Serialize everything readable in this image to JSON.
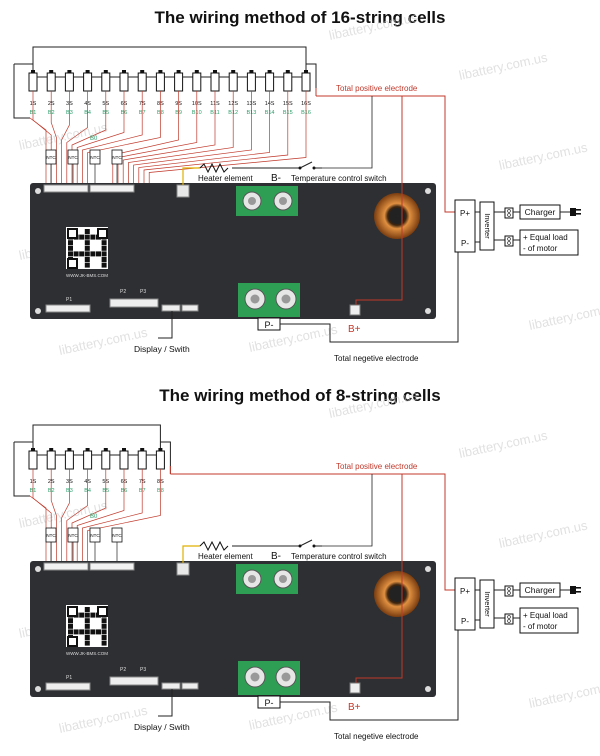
{
  "watermark": "libattery.com.us",
  "diagram16": {
    "title": "The wiring method of 16-string cells",
    "cells": [
      "1S",
      "2S",
      "3S",
      "4S",
      "5S",
      "6S",
      "7S",
      "8S",
      "9S",
      "10S",
      "11S",
      "12S",
      "13S",
      "14S",
      "15S",
      "16S"
    ],
    "balance": [
      "B1",
      "B2",
      "B3",
      "B4",
      "B5",
      "B6",
      "B7",
      "B8",
      "B9",
      "B10",
      "B11",
      "B12",
      "B13",
      "B14",
      "B15",
      "B16"
    ],
    "b0": "B0",
    "ntc": [
      "NTC",
      "NTC",
      "NTC",
      "NTC"
    ],
    "total_positive": "Total positive electrode",
    "total_negative": "Total negetive electrode",
    "heater": "Heater element",
    "temp_switch": "Temperature control switch",
    "b_minus": "B-",
    "b_plus": "B+",
    "p_plus": "P+",
    "p_minus": "P-",
    "inverter": "Inverter",
    "charger": "Charger",
    "load_line1": "+ Equal load",
    "load_line2": "- of motor",
    "display": "Display / Swith",
    "qr_caption": "WWW.JK-BMS.COM",
    "board_p1": "P1",
    "board_p2": "P2",
    "board_p3": "P3"
  },
  "diagram8": {
    "title": "The wiring method of 8-string cells",
    "cells": [
      "1S",
      "2S",
      "3S",
      "4S",
      "5S",
      "6S",
      "7S",
      "8S"
    ],
    "balance": [
      "B1",
      "B2",
      "B3",
      "B4",
      "B5",
      "B6",
      "B7",
      "B8"
    ],
    "b0": "B0",
    "ntc": [
      "NTC",
      "NTC",
      "NTC",
      "NTC"
    ],
    "total_positive": "Total positive electrode",
    "total_negative": "Total negetive electrode",
    "heater": "Heater element",
    "temp_switch": "Temperature control switch",
    "b_minus": "B-",
    "b_plus": "B+",
    "p_plus": "P+",
    "p_minus": "P-",
    "inverter": "Inverter",
    "charger": "Charger",
    "load_line1": "+ Equal load",
    "load_line2": "- of motor",
    "display": "Display / Swith",
    "qr_caption": "WWW.JK-BMS.COM",
    "board_p1": "P1",
    "board_p2": "P2",
    "board_p3": "P3"
  },
  "colors": {
    "board": "#2e2f33",
    "wire_red": "#c0392b",
    "wire_dark": "#222222",
    "heater_wire": "#e0b000",
    "connector_green": "#2f9e55",
    "copper": "#c8771e",
    "balance_label": "#2a9d6a"
  }
}
